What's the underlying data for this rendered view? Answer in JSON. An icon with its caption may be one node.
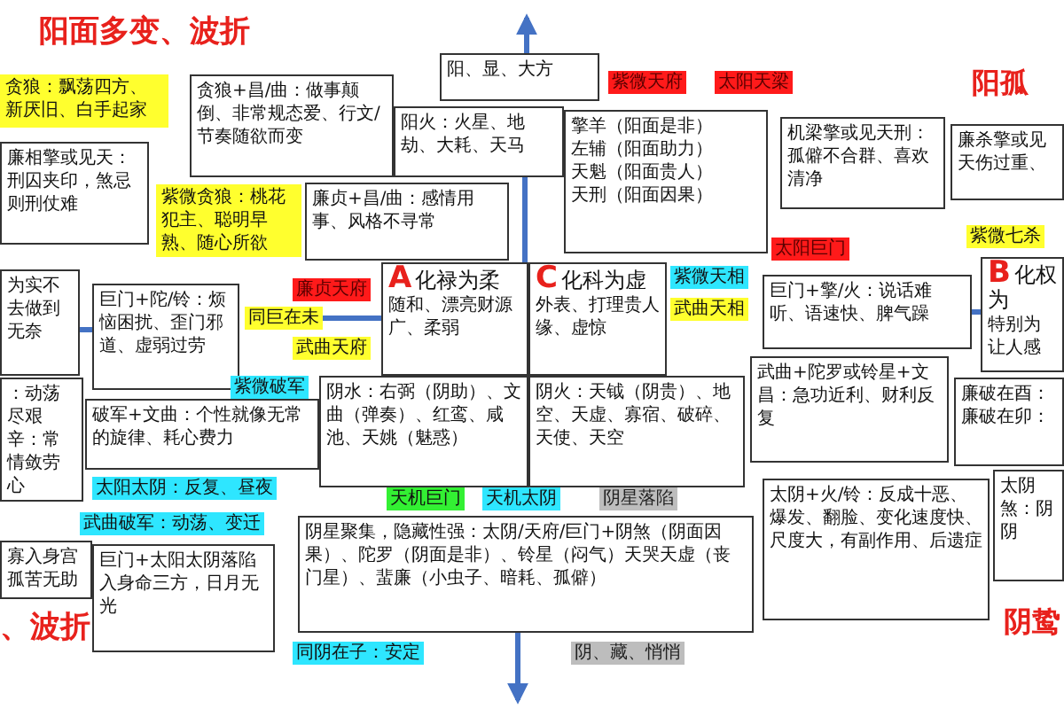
{
  "diagram": {
    "nodes": [
      {
        "text": [
          "贪狼：飘荡四方、新厌旧、白手起家"
        ]
      },
      {
        "text": [
          "贪狼+昌/曲：做事颠倒、非常规态爱、行文/节奏随欲而变"
        ]
      },
      {
        "text": [
          "阳、显、大方"
        ]
      },
      {
        "text": [
          "紫微天府"
        ]
      },
      {
        "text": [
          "太阳天梁"
        ]
      },
      {
        "text": [
          "阳火：火星、地劫、大耗、天马"
        ]
      },
      {
        "text": [
          "擎羊（阳面是非）",
          "左辅（阳面助力）",
          "天魁（阳面贵人）",
          "天刑（阳面因果）"
        ]
      },
      {
        "text": [
          "机梁擎或见天刑：孤僻不合群、喜欢清净"
        ]
      },
      {
        "text": [
          "廉杀擎或见天伤过重、"
        ]
      },
      {
        "text": [
          "廉相擎或见天：刑囚夹印，煞忌则刑仗难"
        ]
      },
      {
        "text": [
          "紫微贪狼：桃花犯主、聪明早熟、随心所欲"
        ]
      },
      {
        "text": [
          "廉贞+昌/曲：感情用事、风格不寻常"
        ]
      },
      {
        "text": [
          "太阳巨门"
        ]
      },
      {
        "text": [
          "紫微七杀"
        ]
      },
      {
        "text": [
          "为实不去做到无奈"
        ]
      },
      {
        "text": [
          "巨门+陀/铃：烦恼困扰、歪门邪道、虚弱过劳"
        ]
      },
      {
        "text": [
          "廉贞天府"
        ]
      },
      {
        "text": [
          "同巨在未"
        ]
      },
      {
        "text": [
          "武曲天府"
        ]
      },
      {
        "text": [
          "A",
          "化禄为柔",
          "随和、漂亮财源广、柔弱"
        ]
      },
      {
        "text": [
          "C",
          "化科为虚",
          "外表、打理贵人缘、虚惊"
        ]
      },
      {
        "text": [
          "紫微天相"
        ]
      },
      {
        "text": [
          "武曲天相"
        ]
      },
      {
        "text": [
          "巨门+擎/火：说话难听、语速快、脾气躁"
        ]
      },
      {
        "text": [
          "B",
          "化权为",
          "特别为让人感"
        ]
      },
      {
        "text": [
          "：动荡尽艰辛：常情敛劳心"
        ]
      },
      {
        "text": [
          "紫微破军"
        ]
      },
      {
        "text": [
          "破军+文曲：个性就像无常的旋律、耗心费力"
        ]
      },
      {
        "text": [
          "阴水：右弼（阴助）、文曲（弹奏）、红鸾、咸池、天姚（魅惑）"
        ]
      },
      {
        "text": [
          "阴火：天钺（阴贵）、地空、天虚、寡宿、破碎、天使、天空"
        ]
      },
      {
        "text": [
          "武曲+陀罗或铃星+文昌：急功近利、财利反复"
        ]
      },
      {
        "text": [
          "廉破在酉：",
          "廉破在卯："
        ]
      },
      {
        "text": [
          "太阳太阴：反复、昼夜"
        ]
      },
      {
        "text": [
          "天机巨门"
        ]
      },
      {
        "text": [
          "天机太阴"
        ]
      },
      {
        "text": [
          "阴星落陷"
        ]
      },
      {
        "text": [
          "太阴煞：阴阴"
        ]
      },
      {
        "text": [
          "武曲破军：动荡、变迁"
        ]
      },
      {
        "text": [
          "阴星聚集，隐藏性强：太阴/天府/巨门+阴煞（阴面因果）、陀罗（阴面是非）、铃星（闷气）天哭天虚（丧门星）、蜚廉（小虫子、暗耗、孤僻）"
        ]
      },
      {
        "text": [
          "太阴+火/铃：反成十恶、爆发、翻脸、变化速度快、尺度大，有副作用、后遗症"
        ]
      },
      {
        "text": [
          "寡入身宫孤苦无助"
        ]
      },
      {
        "text": [
          "巨门+太阳太阴落陷入身命三方，日月无光"
        ]
      },
      {
        "text": [
          "同阴在子：安定"
        ]
      },
      {
        "text": [
          "阴、藏、悄悄"
        ]
      }
    ],
    "edges": [
      {
        "from": 14,
        "to": 15,
        "arrow": "none"
      },
      {
        "from": 17,
        "to": 19,
        "arrow": "none"
      },
      {
        "from": 19,
        "to": 5,
        "arrow": "none"
      },
      {
        "from": 2,
        "to": null,
        "arrow": "to"
      },
      {
        "from": 23,
        "to": 24,
        "arrow": "none"
      },
      {
        "from": 38,
        "to": null,
        "arrow": "to"
      }
    ],
    "labels": [
      "阳面多变、波折",
      "阳孤",
      "、波折",
      "阴鸷"
    ]
  }
}
